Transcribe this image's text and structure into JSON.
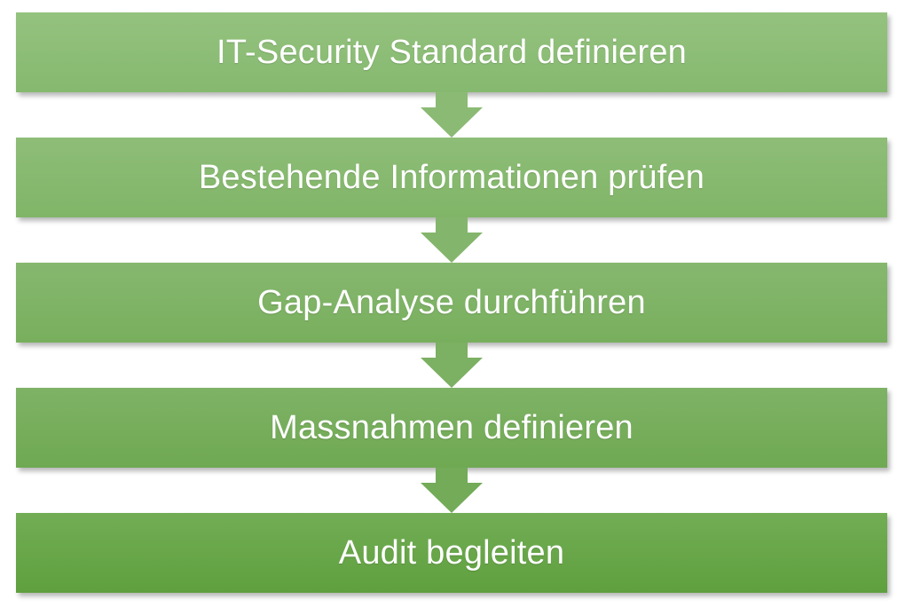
{
  "flow": {
    "steps": [
      {
        "label": "IT-Security Standard definieren"
      },
      {
        "label": "Bestehende Informationen prüfen"
      },
      {
        "label": "Gap-Analyse durchführen"
      },
      {
        "label": "Massnahmen definieren"
      },
      {
        "label": "Audit begleiten"
      }
    ]
  },
  "colors": {
    "step_top": "#94c27f",
    "step_bottom": "#5fa03e",
    "arrow": "#7fb468",
    "text": "#ffffff"
  }
}
